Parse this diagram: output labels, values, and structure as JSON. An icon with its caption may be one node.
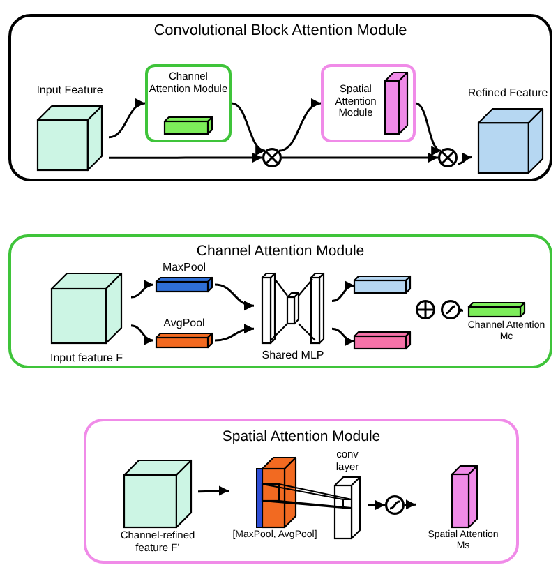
{
  "diagram": {
    "nodes": [
      {
        "text": [
          "Convolutional Block Attention Module"
        ]
      },
      {
        "text": [
          "Input Feature"
        ],
        "in": 0
      },
      {
        "text": [
          "Channel Attention Module"
        ],
        "in": 0
      },
      {
        "text": [],
        "shape": "circle",
        "in": 0
      },
      {
        "text": [
          "Spatial Attention Module"
        ],
        "in": 0
      },
      {
        "text": [],
        "shape": "circle",
        "in": 0
      },
      {
        "text": [
          "Refined Feature"
        ],
        "in": 0
      },
      {
        "text": [
          "Channel Attention Module"
        ]
      },
      {
        "text": [
          "Input feature F"
        ],
        "in": 7
      },
      {
        "text": [
          "MaxPool"
        ],
        "in": 7
      },
      {
        "text": [
          "AvgPool"
        ],
        "in": 7
      },
      {
        "text": [
          "Shared MLP"
        ],
        "in": 7
      },
      {
        "text": [],
        "shape": "bar",
        "in": 7
      },
      {
        "text": [],
        "shape": "bar",
        "in": 7
      },
      {
        "text": [],
        "shape": "circle",
        "in": 7
      },
      {
        "text": [],
        "shape": "circle",
        "in": 7
      },
      {
        "text": [
          "Channel Attention Mc"
        ],
        "in": 7
      },
      {
        "text": [
          "Spatial Attention Module"
        ]
      },
      {
        "text": [
          "Channel-refined feature F’"
        ],
        "in": 17
      },
      {
        "text": [
          "[MaxPool, AvgPool]"
        ],
        "in": 17
      },
      {
        "text": [
          "conv layer"
        ],
        "in": 17
      },
      {
        "text": [],
        "shape": "circle",
        "in": 17
      },
      {
        "text": [
          "Spatial Attention Ms"
        ],
        "in": 17
      }
    ],
    "edges": [
      {
        "from": 1,
        "to": 2,
        "arrow": "to"
      },
      {
        "from": 1,
        "to": 3,
        "arrow": "to"
      },
      {
        "from": 2,
        "to": 3,
        "arrow": "to"
      },
      {
        "from": 3,
        "to": 4,
        "arrow": "to"
      },
      {
        "from": 3,
        "to": 5,
        "arrow": "to"
      },
      {
        "from": 4,
        "to": 5,
        "arrow": "to"
      },
      {
        "from": 5,
        "to": 6,
        "arrow": "to"
      },
      {
        "from": 8,
        "to": 9,
        "arrow": "to"
      },
      {
        "from": 8,
        "to": 10,
        "arrow": "to"
      },
      {
        "from": 9,
        "to": 11,
        "arrow": "to"
      },
      {
        "from": 10,
        "to": 11,
        "arrow": "to"
      },
      {
        "from": 11,
        "to": 12,
        "arrow": "to"
      },
      {
        "from": 11,
        "to": 13,
        "arrow": "to"
      },
      {
        "from": 15,
        "to": 16,
        "arrow": "to"
      },
      {
        "from": 18,
        "to": 19,
        "arrow": "to"
      },
      {
        "from": 20,
        "to": 21,
        "arrow": "to"
      },
      {
        "from": 21,
        "to": 22,
        "arrow": "to"
      }
    ]
  }
}
